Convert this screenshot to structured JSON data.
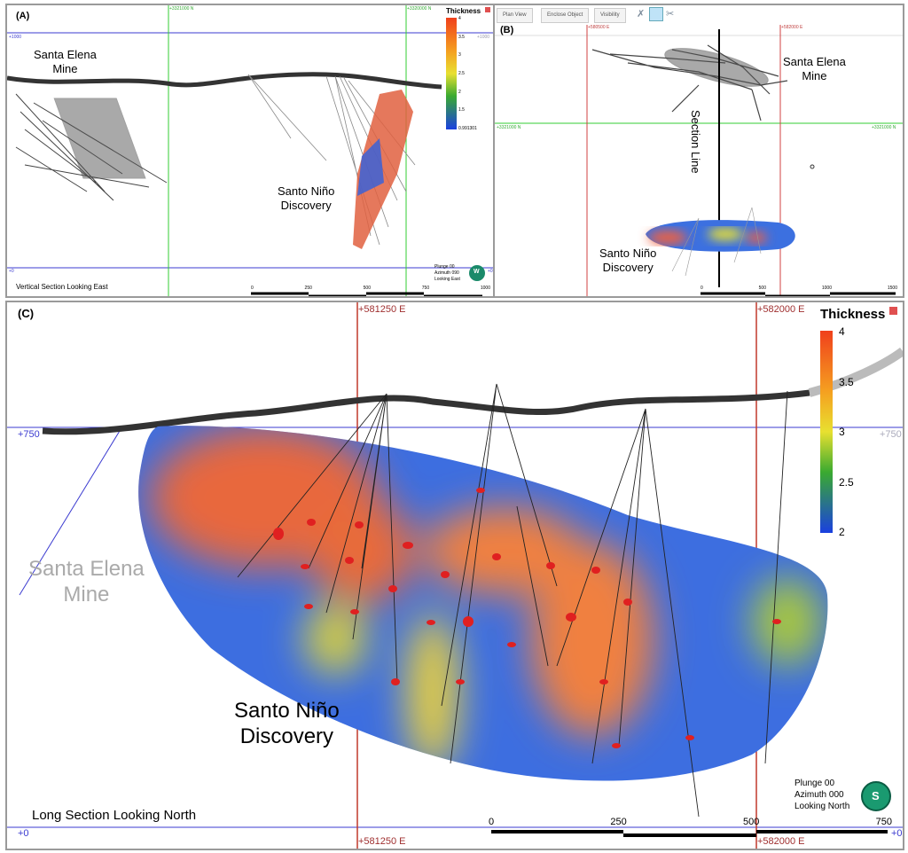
{
  "panel_a": {
    "label": "(A)",
    "grid_n1": "+3321000 N",
    "grid_n2": "+3320000 N",
    "elev_top": "+1000",
    "elev_top_r": "+1000",
    "elev_bottom": "+0",
    "elev_bottom_r": "+0",
    "mine_label_1": "Santa Elena",
    "mine_label_2": "Mine",
    "discovery_label_1": "Santo Niño",
    "discovery_label_2": "Discovery",
    "view_title": "Vertical Section Looking East",
    "orientation": [
      "Plunge 00",
      "Azimuth 090",
      "Looking East"
    ],
    "compass_letter": "W",
    "scale": [
      "0",
      "250",
      "500",
      "750",
      "1000"
    ],
    "legend": {
      "title": "Thickness",
      "ticks": [
        "4",
        "3.5",
        "3",
        "2.5",
        "2",
        "1.5",
        "0.991301"
      ]
    }
  },
  "panel_b": {
    "label": "(B)",
    "toolbar": {
      "view_select": "Plan View",
      "enclose": "Enclose Object",
      "visibility": "Visibility"
    },
    "grid_e1": "+580500 E",
    "grid_e2": "+582000 E",
    "grid_n": "+3321000 N",
    "grid_n_r": "+3321000 N",
    "section_line": "Section Line",
    "mine_label_1": "Santa Elena",
    "mine_label_2": "Mine",
    "discovery_label_1": "Santo Niño",
    "discovery_label_2": "Discovery",
    "scale": [
      "0",
      "500",
      "1000",
      "1500"
    ]
  },
  "panel_c": {
    "label": "(C)",
    "grid_e1": "+581250 E",
    "grid_e2": "+582000 E",
    "grid_e1_b": "+581250 E",
    "grid_e2_b": "+582000 E",
    "elev_750": "+750",
    "elev_750_r": "+750",
    "elev_0": "+0",
    "elev_0_r": "+0",
    "mine_label_1": "Santa Elena",
    "mine_label_2": "Mine",
    "discovery_label_1": "Santo Niño",
    "discovery_label_2": "Discovery",
    "view_title": "Long Section Looking North",
    "orientation": [
      "Plunge 00",
      "Azimuth 000",
      "Looking North"
    ],
    "compass_letter": "S",
    "scale": [
      "0",
      "250",
      "500",
      "750"
    ],
    "legend": {
      "title": "Thickness",
      "ticks": [
        "4",
        "3.5",
        "3",
        "2.5",
        "2"
      ]
    }
  },
  "colors": {
    "red_grid": "#c0392b",
    "green_grid": "#33cc33",
    "blue_line": "#3b3bd0"
  }
}
